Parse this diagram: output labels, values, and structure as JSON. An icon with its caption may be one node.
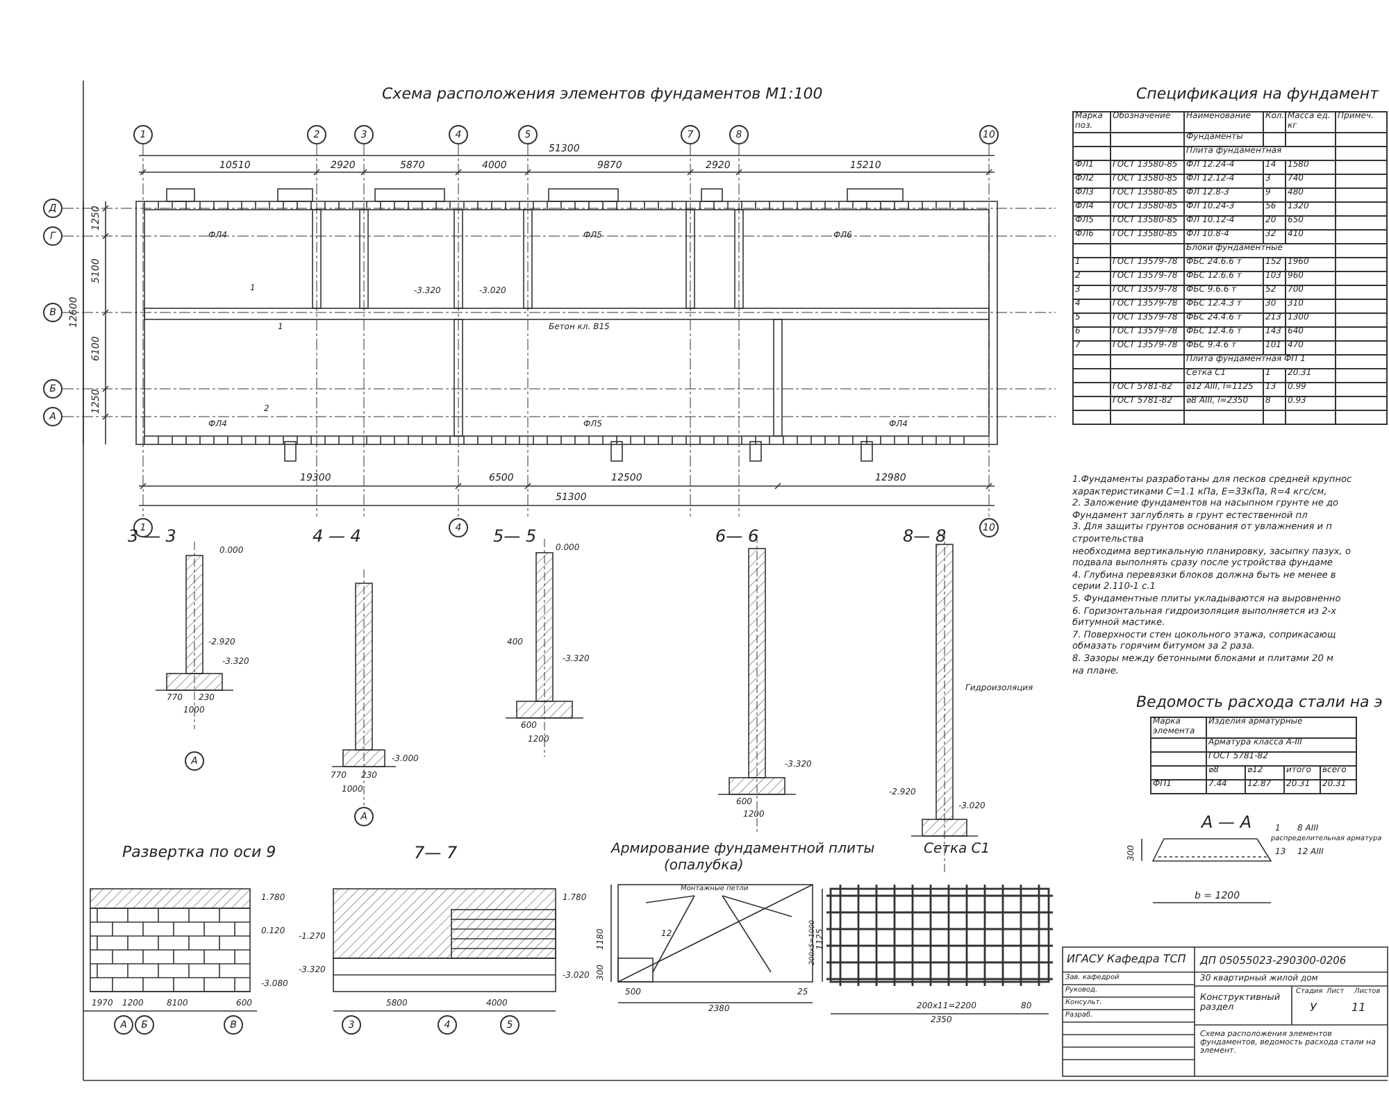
{
  "diagram": {
    "title": "Схема расположения элементов фундаментов М1:100",
    "labels": [
      "1",
      "2",
      "3",
      "4",
      "5",
      "7",
      "8",
      "10",
      "51300",
      "10510",
      "2920",
      "5870",
      "4000",
      "9870",
      "2920",
      "15210",
      "Д",
      "Г",
      "В",
      "Б",
      "А",
      "1250",
      "5100",
      "6100",
      "1250",
      "12600",
      "-3.320",
      "-3.020",
      "Бетон кл. В15",
      "1",
      "1",
      "2",
      "ФЛ4",
      "ФЛ5",
      "ФЛ6",
      "ФЛ4",
      "ФЛ5",
      "ФЛ4",
      "19300",
      "6500",
      "12500",
      "12980",
      "51300",
      "1",
      "4",
      "10",
      "3 — 3",
      "0.000",
      "-2.920",
      "-3.320",
      "770",
      "230",
      "1000",
      "А",
      "4 — 4",
      "-3.000",
      "770",
      "230",
      "1000",
      "А",
      "5— 5",
      "0.000",
      "400",
      "-3.320",
      "600",
      "1200",
      "6— 6",
      "-3.320",
      "600",
      "1200",
      "8— 8",
      "Гидроизоляция",
      "-2.920",
      "-3.020",
      "Спецификация на фундамент",
      "Марка поз.",
      "Обозначение",
      "Наименование",
      "Кол.",
      "Масса ед. кг",
      "Примеч.",
      "Фундаменты",
      "Плита фундаментная",
      "ФЛ1",
      "ГОСТ 13580-85",
      "ФЛ 12.24-4",
      "14",
      "1580",
      "ФЛ2",
      "ГОСТ 13580-85",
      "ФЛ 12.12-4",
      "3",
      "740",
      "ФЛ3",
      "ГОСТ 13580-85",
      "ФЛ 12.8-3",
      "9",
      "480",
      "ФЛ4",
      "ГОСТ 13580-85",
      "ФЛ 10.24-3",
      "56",
      "1320",
      "ФЛ5",
      "ГОСТ 13580-85",
      "ФЛ 10.12-4",
      "20",
      "650",
      "ФЛ6",
      "ГОСТ 13580-85",
      "ФЛ 10.8-4",
      "32",
      "410",
      "Блоки фундаментные",
      "1",
      "ГОСТ 13579-78",
      "ФБС 24.6.6 т",
      "152",
      "1960",
      "2",
      "ГОСТ 13579-78",
      "ФБС 12.6.6 т",
      "103",
      "960",
      "3",
      "ГОСТ 13579-78",
      "ФБС 9.6.6 т",
      "52",
      "700",
      "4",
      "ГОСТ 13579-78",
      "ФБС 12.4.3 т",
      "30",
      "310",
      "5",
      "ГОСТ 13579-78",
      "ФБС 24.4.6 т",
      "213",
      "1300",
      "6",
      "ГОСТ 13579-78",
      "ФБС 12.4.6 т",
      "143",
      "640",
      "7",
      "ГОСТ 13579-78",
      "ФБС 9.4.6 т",
      "101",
      "470",
      "Плита фундаментная ФП 1",
      "Сетка С1",
      "1",
      "20.31",
      "ГОСТ 5781-82",
      "⌀12 АIII, l=1125",
      "13",
      "0.99",
      "ГОСТ 5781-82",
      "⌀8 АIII, l=2350",
      "8",
      "0.93",
      "1.Фундаменты разработаны для песков средней крупнос",
      "характеристиками С=1.1 кПа, Е=33кПа, R=4 кгс/см,",
      "2. Заложение фундаментов на насыпном грунте не до",
      "Фундамент заглублять в грунт естественной пл",
      "3. Для защиты грунтов основания от увлажнения и п",
      "строительства",
      "необходима вертикальную планировку, засыпку пазух, о",
      "подвала выполнять сразу после устройства фундаме",
      "4. Глубина перевязки блоков должна быть не менее в",
      "серии 2.110-1 с.1",
      "5. Фундаментные плиты укладываются на выровненно",
      "6. Горизонтальная гидроизоляция выполняется из 2-х",
      "битумной мастике.",
      "7. Поверхности стен цокольного этажа, соприкасающ",
      "обмазать горячим битумом за 2 раза.",
      "8. Зазоры между бетонными блоками и плитами 20 м",
      "на плане.",
      "Ведомость расхода стали на э",
      "Марка элемента",
      "Изделия арматурные",
      "Арматура класса А-III",
      "ГОСТ 5781-82",
      "⌀8",
      "⌀12",
      "итого",
      "всего",
      "ФП1",
      "7.44",
      "12.87",
      "20.31",
      "20.31",
      "А — А",
      "300",
      "1",
      "8 АIII",
      "распределительная арматура",
      "13",
      "12 АIII",
      "b = 1200",
      "Развертка по оси 9",
      "1.780",
      "0.120",
      "-3.080",
      "1970",
      "1200",
      "8100",
      "600",
      "А",
      "Б",
      "В",
      "7— 7",
      "1.780",
      "-1.270",
      "-3.320",
      "-3.020",
      "5800",
      "4000",
      "3",
      "4",
      "5",
      "Армирование фундаментной плиты",
      "(опалубка)",
      "Монтажные петли",
      "12",
      "1180",
      "300",
      "500",
      "2380",
      "1125",
      "25",
      "Сетка С1",
      "200х5=1000",
      "200х11=2200",
      "80",
      "2350",
      "ИГАСУ Кафедра ТСП",
      "ДП 05055023-290300-0206",
      "Зав. кафедрой",
      "30 квартирный жилой дом",
      "Руковод.",
      "Консульт.",
      "Разраб.",
      "Стадия",
      "Лист",
      "Листов",
      "Конструктивный раздел",
      "У",
      "11",
      "Схема расположения элементов фундаментов, ведомость расхода стали на элемент."
    ]
  }
}
